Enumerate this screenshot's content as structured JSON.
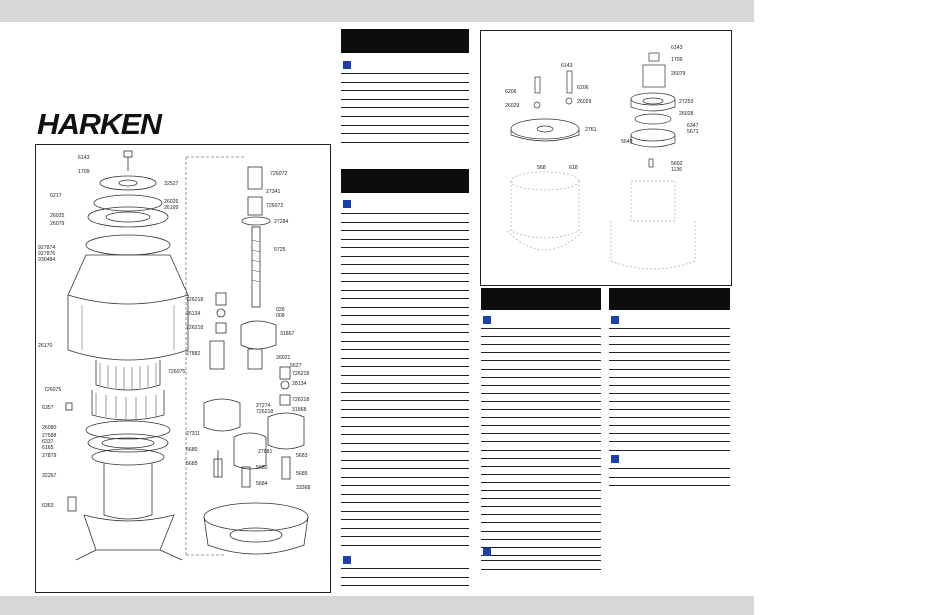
{
  "brand": {
    "logo_text": "HARKEN"
  },
  "main_diagram": {
    "part_numbers_left": [
      "6143",
      "1709",
      "32527",
      "6217",
      "26026",
      "26199",
      "26025",
      "26079",
      "927874",
      "927876",
      "930484",
      "26170",
      "726075",
      "726075",
      "6357",
      "26080",
      "27588",
      "6337",
      "6165",
      "27879",
      "32267",
      "6363"
    ],
    "part_numbers_right": [
      "726072",
      "27341",
      "726072",
      "27284",
      "5725",
      "726218",
      "26134",
      "726218",
      "026",
      "008",
      "31867",
      "27882",
      "26021",
      "5627",
      "726218",
      "28134",
      "726218",
      "27274",
      "726218",
      "31868",
      "27311",
      "5680",
      "5685",
      "27881",
      "5683",
      "5680",
      "5685",
      "5684",
      "33368"
    ]
  },
  "top_right_diagram": {
    "part_numbers_left": [
      "6143",
      "6206",
      "26029",
      "6206",
      "26029",
      "2761",
      "568",
      "618"
    ],
    "part_numbers_right": [
      "6143",
      "1709",
      "26079",
      "27253",
      "26028",
      "6347",
      "5671",
      "5649",
      "5692",
      "1136"
    ]
  },
  "sections": [
    {
      "name": "col1-a",
      "rows": 9
    },
    {
      "name": "col1-b",
      "rows": 40
    },
    {
      "name": "col1-c",
      "rows": 3
    },
    {
      "name": "col2-a",
      "rows": 29
    },
    {
      "name": "col2-b",
      "rows": 2
    },
    {
      "name": "col3-a",
      "rows": 16
    },
    {
      "name": "col3-b",
      "rows": 3
    }
  ]
}
